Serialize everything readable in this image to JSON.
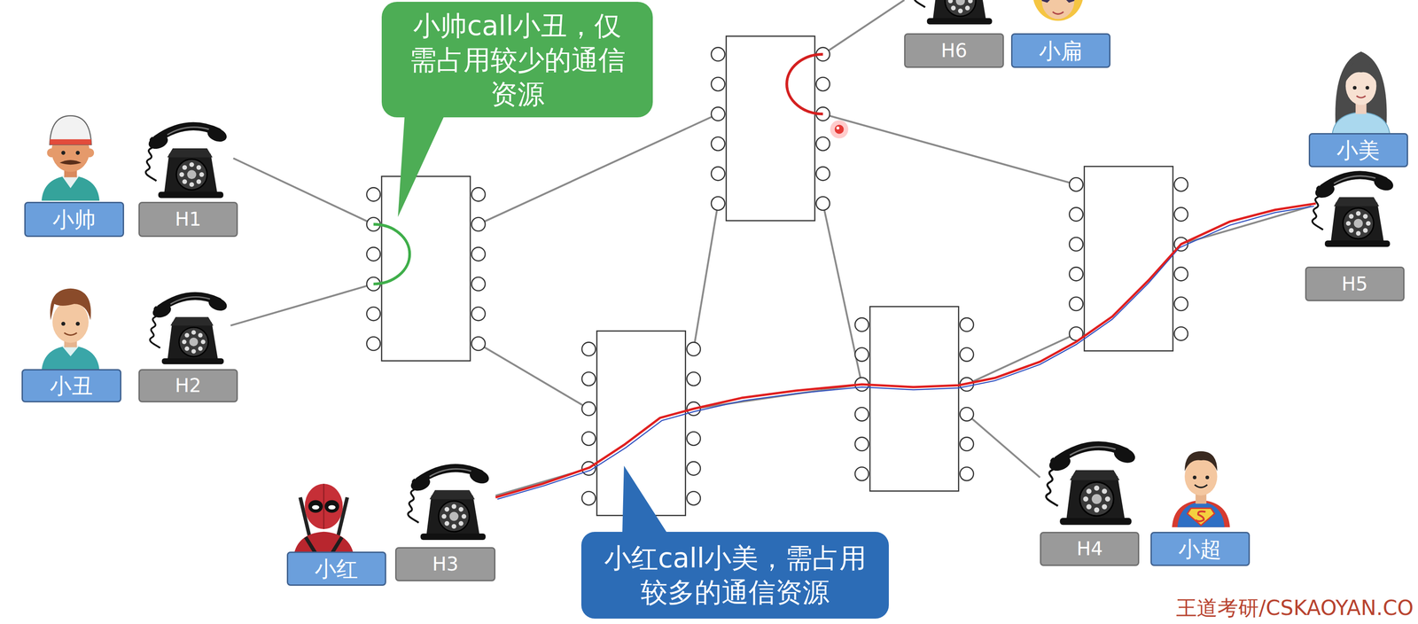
{
  "diagram": {
    "nodes": [
      {
        "text": [
          "小帅call小丑，仅需占用较少的通信资源"
        ]
      },
      {
        "text": [
          "H6"
        ]
      },
      {
        "text": [
          "小扁"
        ]
      },
      {
        "text": [
          "小美"
        ]
      },
      {
        "text": [
          "小帅"
        ]
      },
      {
        "text": [
          "H1"
        ]
      },
      {
        "text": [
          "H5"
        ]
      },
      {
        "text": [
          "小丑"
        ]
      },
      {
        "text": [
          "H2"
        ]
      },
      {
        "text": [
          "H4"
        ]
      },
      {
        "text": [
          "小超"
        ]
      },
      {
        "text": [
          "小红"
        ]
      },
      {
        "text": [
          "H3"
        ]
      },
      {
        "text": [
          "小红call小美，需占用较多的通信资源"
        ]
      }
    ],
    "labels": [
      "王道考研/CSKAOYAN.CO"
    ]
  }
}
